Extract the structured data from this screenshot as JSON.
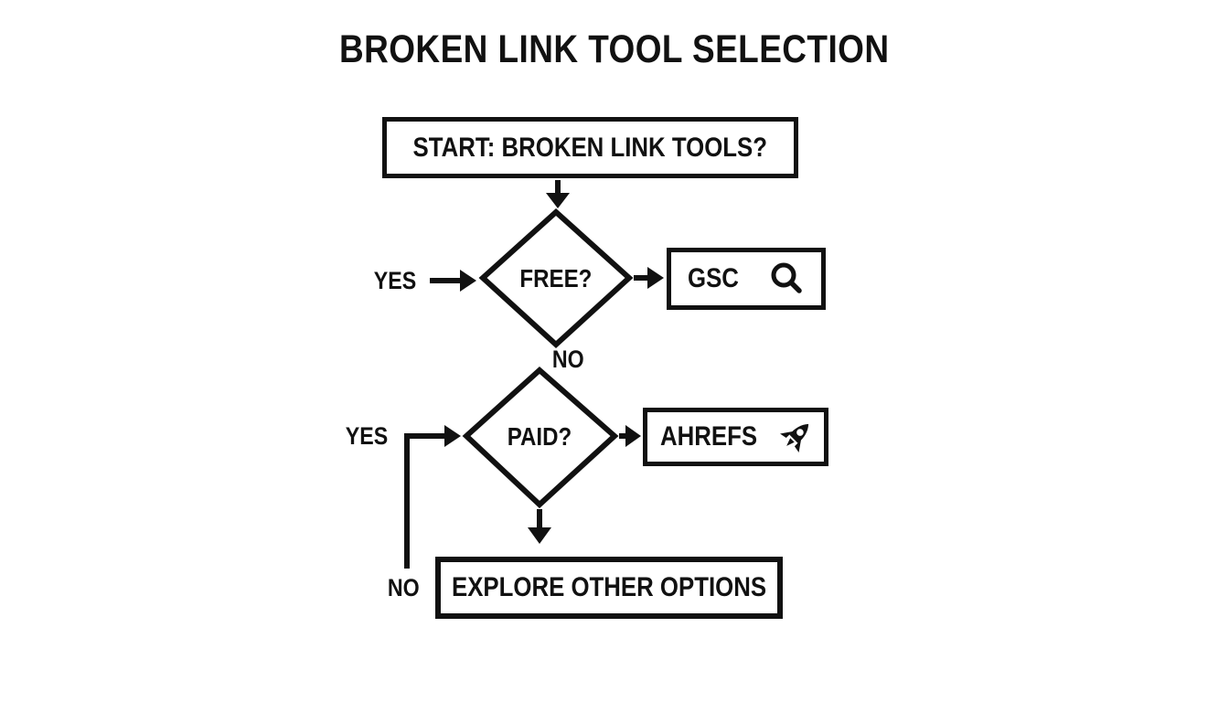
{
  "title": "BROKEN LINK TOOL SELECTION",
  "flowchart": {
    "start": {
      "label": "START: BROKEN LINK TOOLS?"
    },
    "decision_free": {
      "label": "FREE?",
      "yes_label": "YES",
      "no_label": "NO"
    },
    "result_free": {
      "label": "GSC",
      "icon": "search-icon"
    },
    "decision_paid": {
      "label": "PAID?",
      "yes_label": "YES",
      "no_label": "NO"
    },
    "result_paid": {
      "label": "AHREFS",
      "icon": "rocket-icon"
    },
    "fallback": {
      "label": "EXPLORE OTHER OPTIONS"
    }
  },
  "colors": {
    "ink": "#111111",
    "background": "#ffffff"
  }
}
